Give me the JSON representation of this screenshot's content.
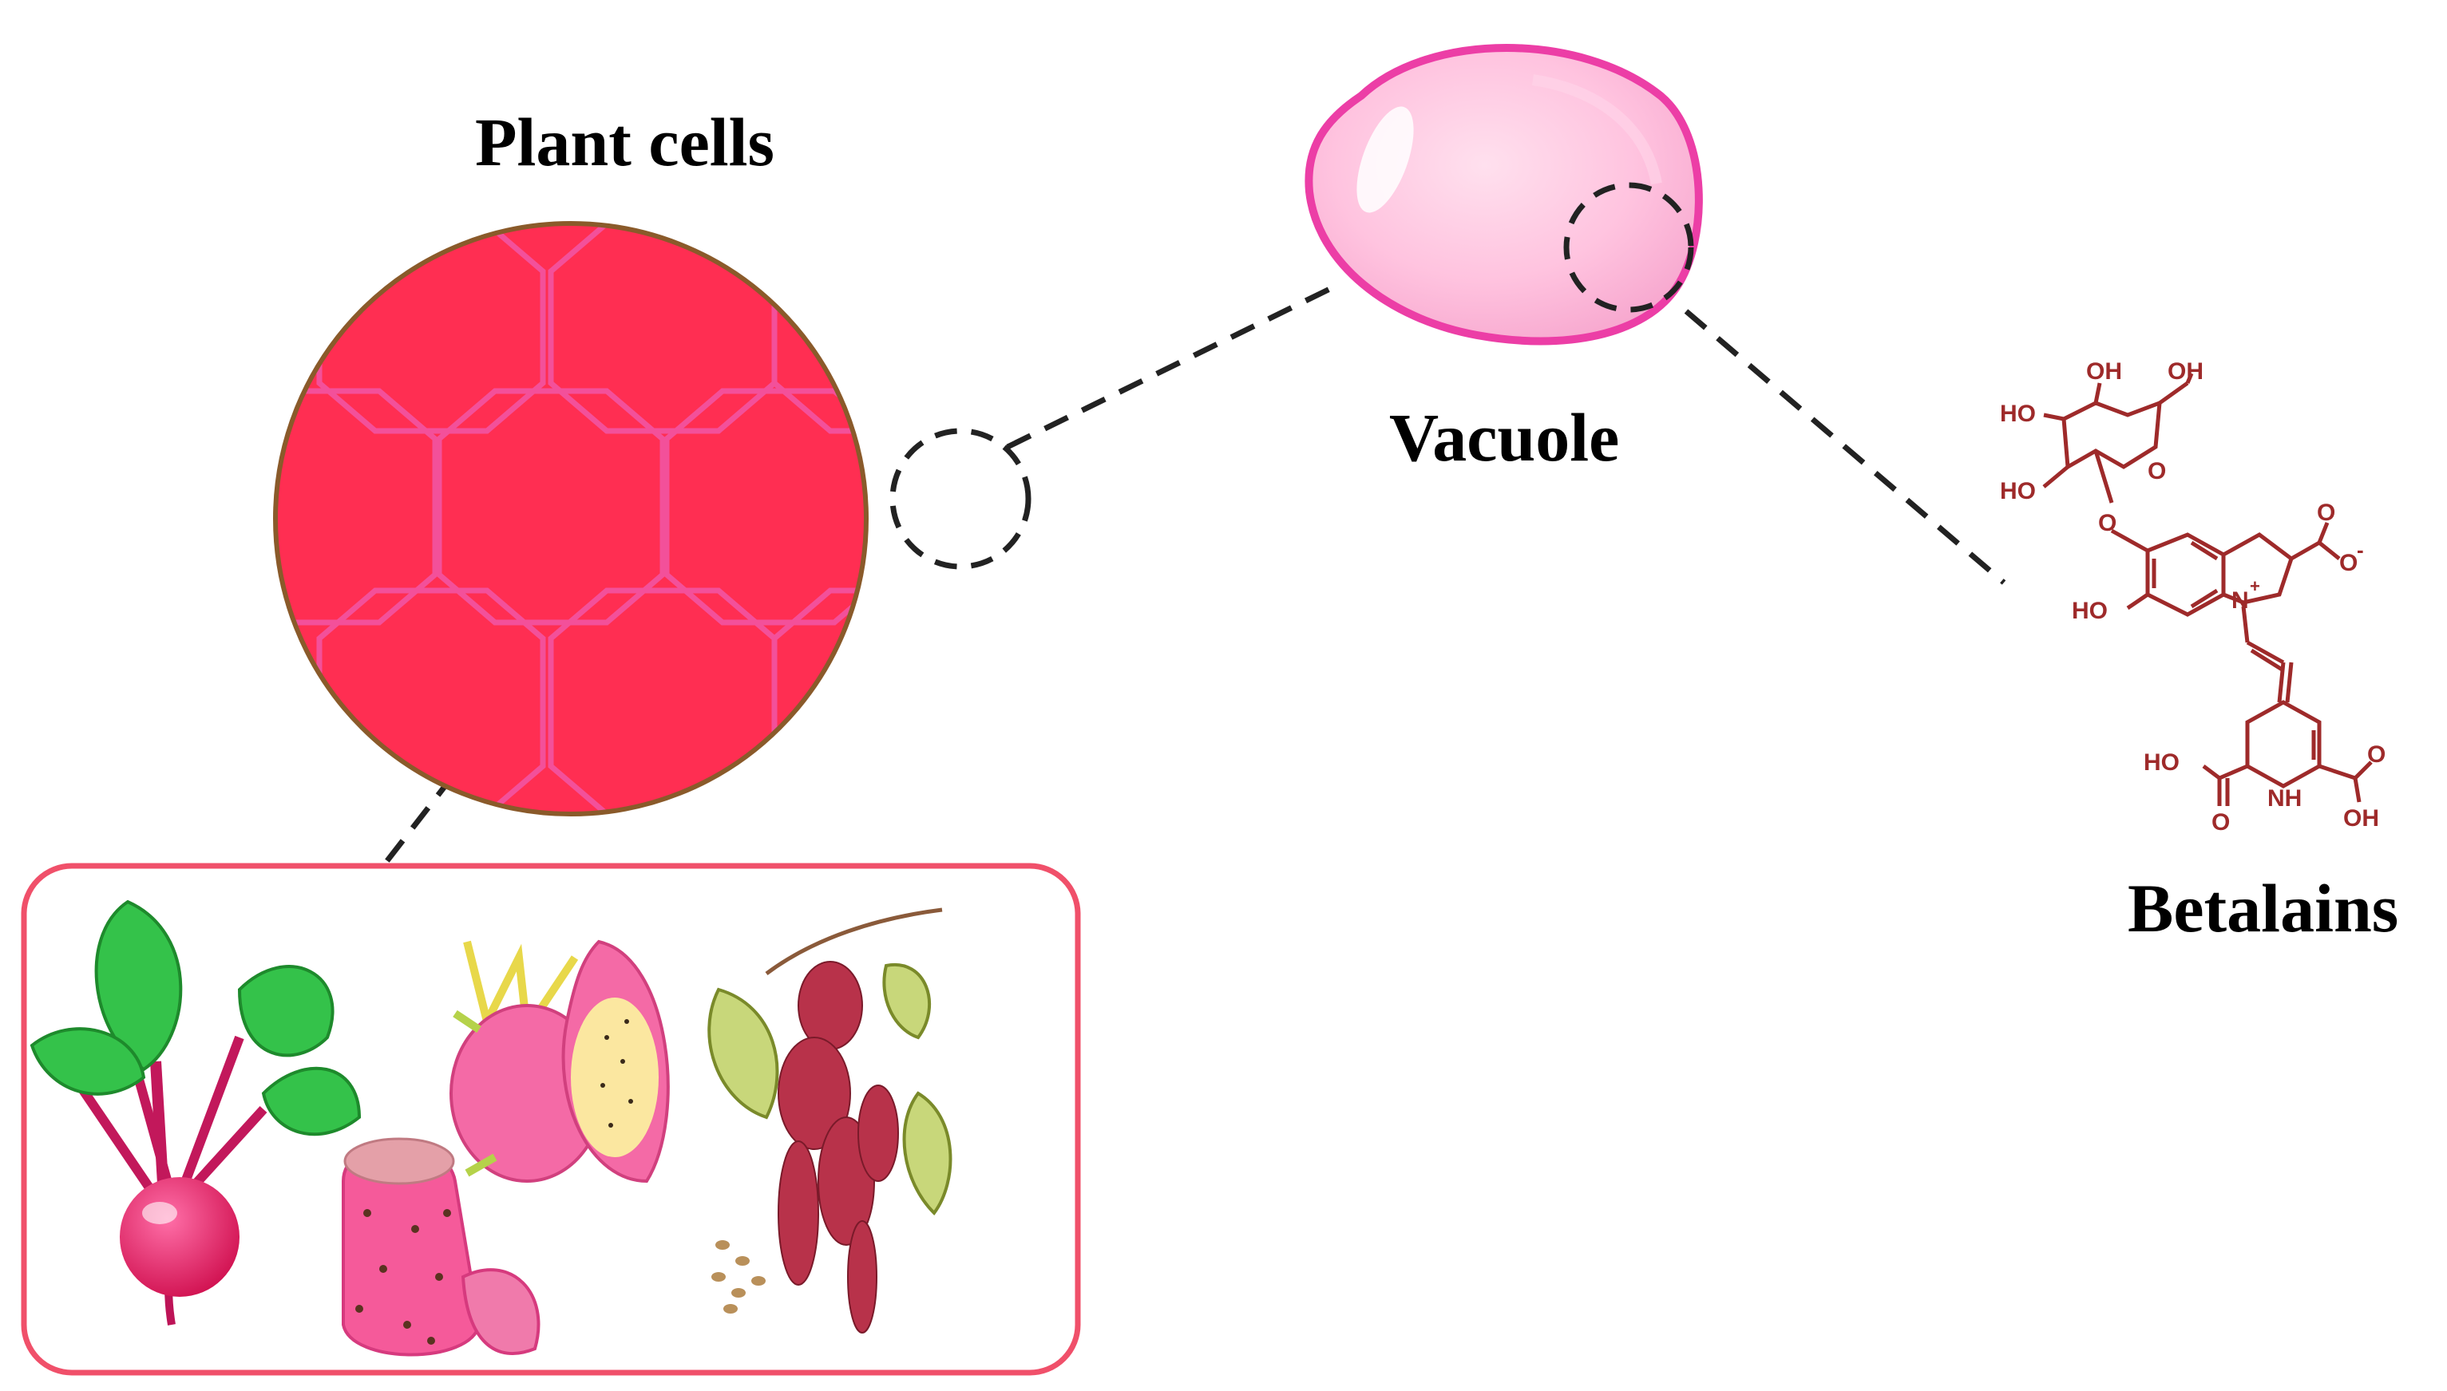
{
  "labels": {
    "plant_cells": "Plant cells",
    "vacuole": "Vacuole",
    "betalains": "Betalains"
  },
  "molecule": {
    "atoms": {
      "oh_top_mid": "OH",
      "oh_top_right": "OH",
      "ho_sugar_1": "HO",
      "ho_sugar_2": "HO",
      "o_ring": "O",
      "o_link": "O",
      "ho_indole": "HO",
      "n_plus": "N",
      "charge_plus": "+",
      "o_carbonyl": "O",
      "o_minus": "O",
      "charge_minus": "-",
      "ho_bottom_left": "HO",
      "o_bottom_left": "O",
      "nh": "NH",
      "o_bottom_right": "O",
      "oh_bottom_right": "OH"
    }
  },
  "colors": {
    "cell_fill": "#ff2e52",
    "cell_wall": "#f3509a",
    "cell_border": "#8a5a2a",
    "vacuole_fill": "#ffc0dc",
    "vacuole_border": "#ec3ea6",
    "box_border": "#f0506a",
    "molecule": "#9e2a2a"
  }
}
